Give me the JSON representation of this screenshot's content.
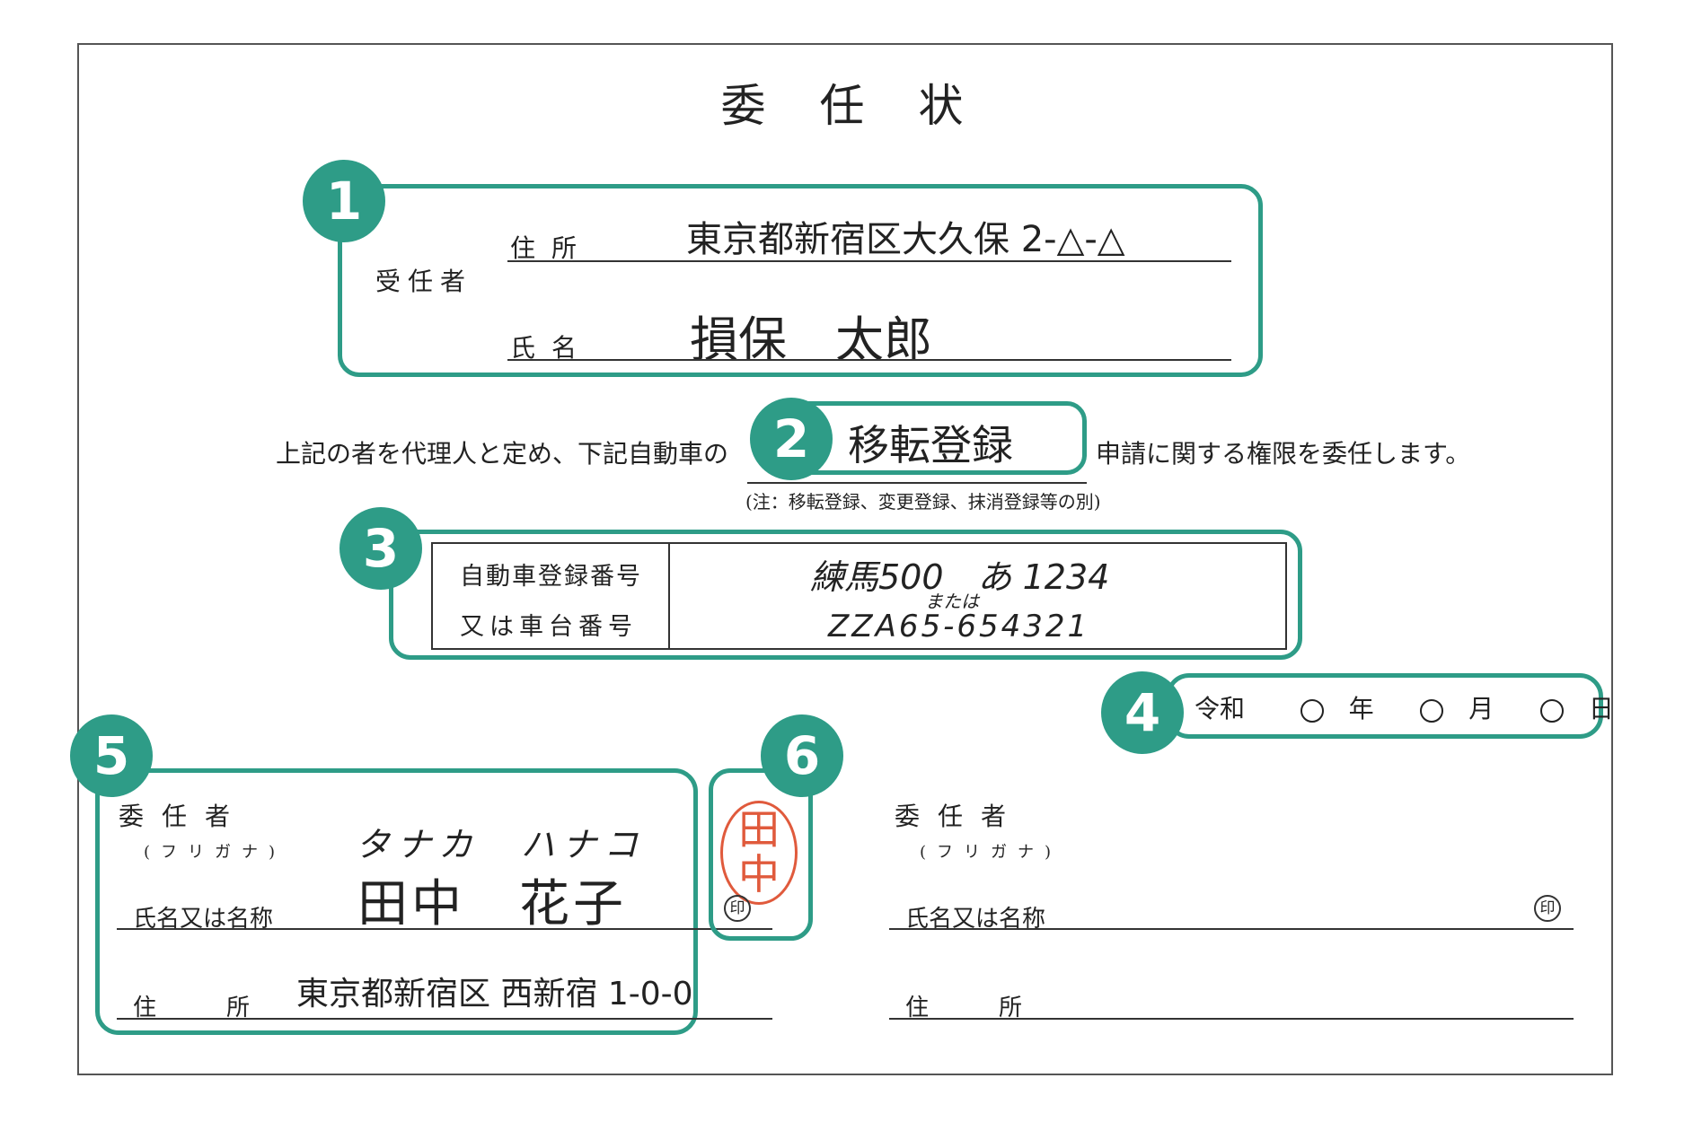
{
  "document": {
    "title": "委任状",
    "delegate": {
      "heading": "受任者",
      "address_label": "住所",
      "address_value": "東京都新宿区大久保 2-△-△",
      "name_label": "氏名",
      "name_value": "損保　太郎"
    },
    "statement": {
      "before": "上記の者を代理人と定め、下記自動車の",
      "filled_value": "移転登録",
      "after": "申請に関する権限を委任します。",
      "note": "(注：移転登録、変更登録、抹消登録等の別)"
    },
    "vehicle": {
      "label_line1": "自動車登録番号",
      "label_line2": "又は車台番号",
      "plate_value": "練馬500　あ 1234",
      "or_text": "または",
      "chassis_value": "ZZA65-654321"
    },
    "date": {
      "era": "令和",
      "year_unit": "年",
      "month_unit": "月",
      "day_unit": "日"
    },
    "principal_left": {
      "heading": "委任者",
      "furigana_label": "(フリガナ)",
      "furigana_value": "タナカ　ハナコ",
      "name_label": "氏名又は名称",
      "name_value": "田中　花子",
      "address_label": "住　　　所",
      "address_value": "東京都新宿区 西新宿 1-0-0",
      "seal_text": "田中",
      "inkan_mark": "印"
    },
    "principal_right": {
      "heading": "委任者",
      "furigana_label": "(フリガナ)",
      "name_label": "氏名又は名称",
      "address_label": "住　　　所",
      "inkan_mark": "印"
    },
    "badges": [
      "1",
      "2",
      "3",
      "4",
      "5",
      "6"
    ],
    "colors": {
      "accent": "#2e9c87",
      "seal": "#e05a3c"
    }
  }
}
